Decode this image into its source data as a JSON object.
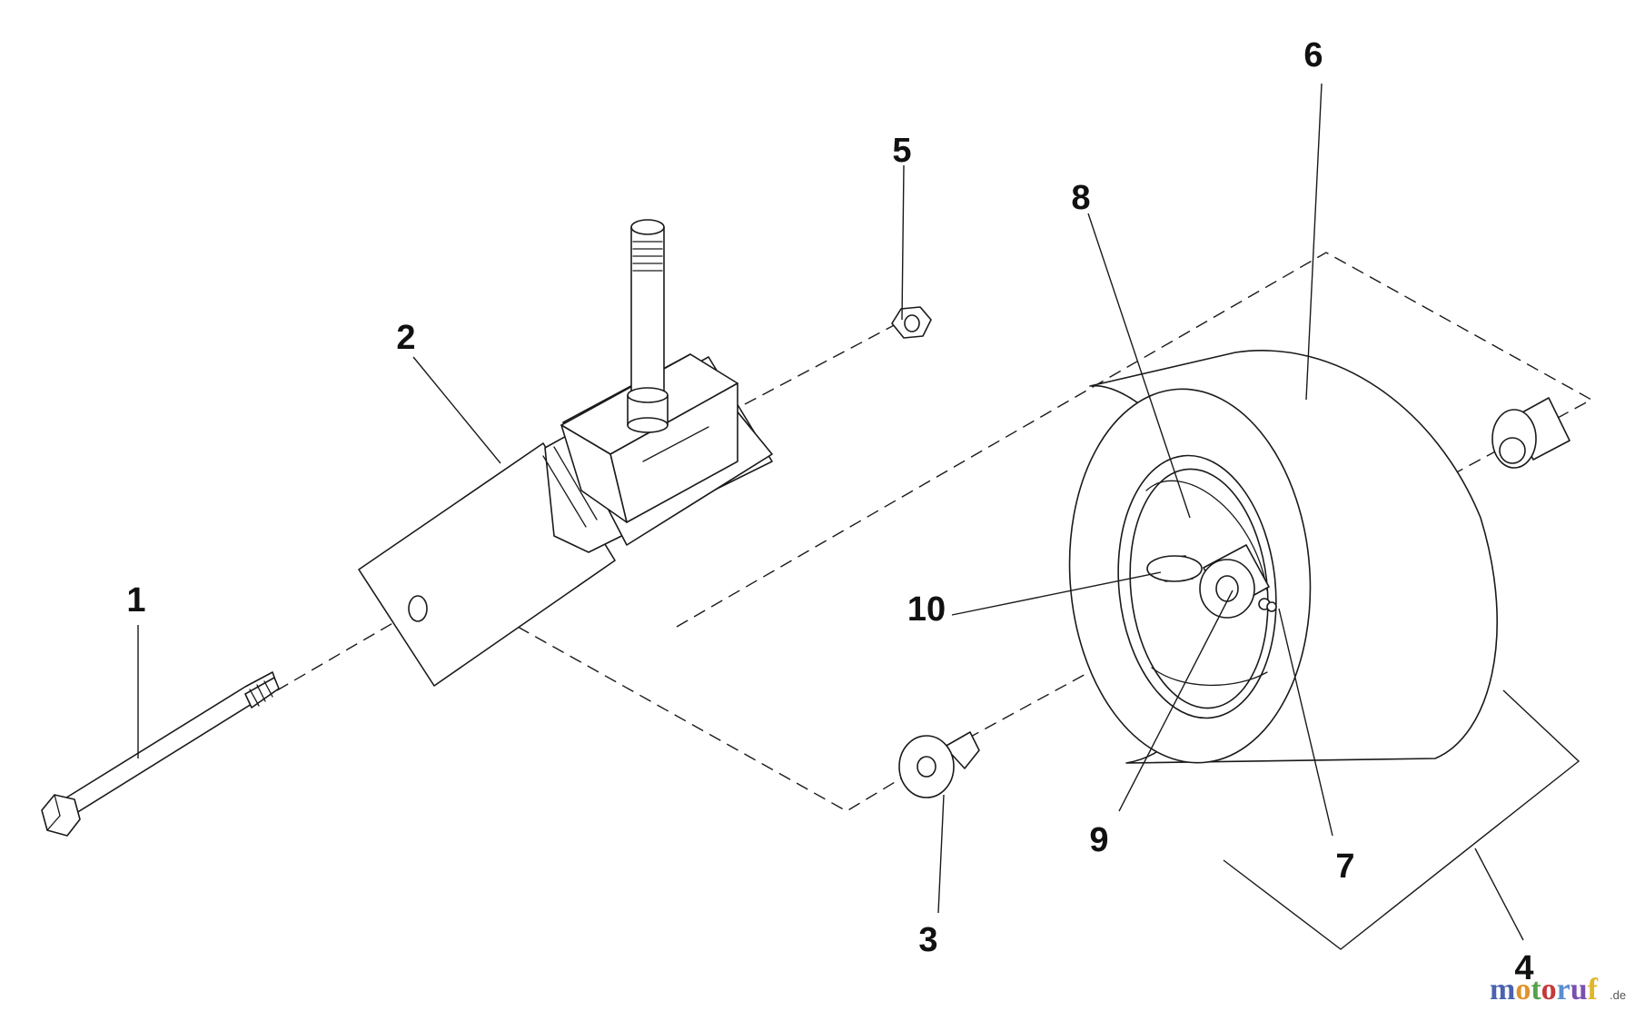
{
  "callouts": [
    "1",
    "2",
    "3",
    "4",
    "5",
    "6",
    "7",
    "8",
    "9",
    "10"
  ],
  "watermark": {
    "brand_letters": [
      "m",
      "o",
      "t",
      "o",
      "r",
      "u",
      "f"
    ],
    "brand_colors": [
      "#4a63b0",
      "#e0922b",
      "#58a24d",
      "#c33a3a",
      "#5b8fd0",
      "#7a4fb0",
      "#e0b72b"
    ],
    "domain": ".de"
  },
  "colors": {
    "line": "#1a1a1a",
    "background": "#ffffff"
  }
}
